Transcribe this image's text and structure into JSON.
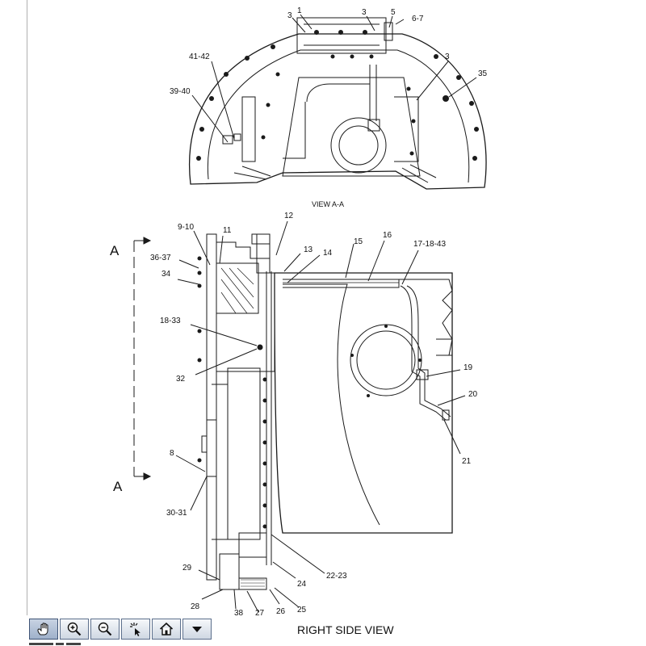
{
  "diagram": {
    "top_view_caption": "VIEW A-A",
    "main_view_caption": "RIGHT SIDE VIEW",
    "section_letter_top": "A",
    "section_letter_bottom": "A",
    "callouts_top": [
      "1",
      "3",
      "3",
      "5",
      "6-7",
      "41-42",
      "39-40",
      "3",
      "35"
    ],
    "callouts_main": [
      "9-10",
      "11",
      "12",
      "13",
      "14",
      "15",
      "16",
      "17-18-43",
      "36-37",
      "34",
      "18-33",
      "32",
      "19",
      "20",
      "21",
      "8",
      "30-31",
      "29",
      "22-23",
      "24",
      "28",
      "38",
      "27",
      "26",
      "25"
    ]
  },
  "toolbar": {
    "tools": [
      {
        "name": "pan-tool",
        "icon": "hand-icon",
        "active": true
      },
      {
        "name": "zoom-in-tool",
        "icon": "zoom-in-icon",
        "active": false
      },
      {
        "name": "zoom-out-tool",
        "icon": "zoom-out-icon",
        "active": false
      },
      {
        "name": "select-tool",
        "icon": "cursor-burst-icon",
        "active": false
      },
      {
        "name": "home-tool",
        "icon": "home-icon",
        "active": false
      },
      {
        "name": "menu-tool",
        "icon": "caret-down-icon",
        "active": false
      }
    ]
  },
  "colors": {
    "line": "#1a1a1a",
    "panel_fill": "#ffffff",
    "toolbar_border": "#5c6f8c"
  }
}
